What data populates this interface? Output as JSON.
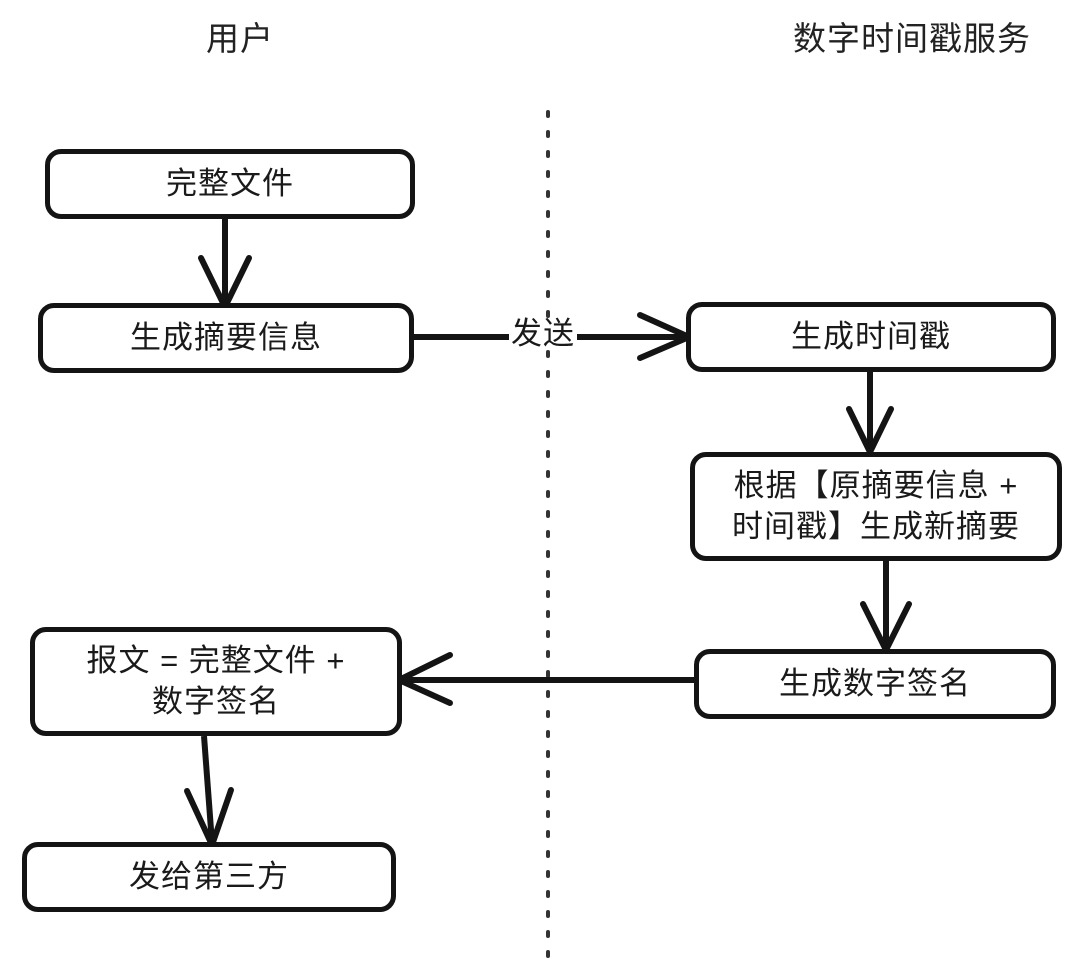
{
  "diagram": {
    "title_left": "用户",
    "title_right": "数字时间戳服务",
    "lanes": [
      {
        "id": "user",
        "label": "用户"
      },
      {
        "id": "tss",
        "label": "数字时间戳服务"
      }
    ],
    "nodes": [
      {
        "id": "n1",
        "label": "完整文件",
        "lane": "user"
      },
      {
        "id": "n2",
        "label": "生成摘要信息",
        "lane": "user"
      },
      {
        "id": "n3",
        "label": "生成时间戳",
        "lane": "tss"
      },
      {
        "id": "n4",
        "label": "根据【原摘要信息 +\n时间戳】生成新摘要",
        "lane": "tss"
      },
      {
        "id": "n5",
        "label": "生成数字签名",
        "lane": "tss"
      },
      {
        "id": "n6",
        "label": "报文 = 完整文件 +\n数字签名",
        "lane": "user"
      },
      {
        "id": "n7",
        "label": "发给第三方",
        "lane": "user"
      }
    ],
    "edges": [
      {
        "from": "n1",
        "to": "n2",
        "label": ""
      },
      {
        "from": "n2",
        "to": "n3",
        "label": "发送"
      },
      {
        "from": "n3",
        "to": "n4",
        "label": ""
      },
      {
        "from": "n4",
        "to": "n5",
        "label": ""
      },
      {
        "from": "n5",
        "to": "n6",
        "label": ""
      },
      {
        "from": "n6",
        "to": "n7",
        "label": ""
      }
    ],
    "colors": {
      "stroke": "#141414",
      "text": "#1a1a1a",
      "background": "#ffffff",
      "divider": "#333333"
    }
  }
}
